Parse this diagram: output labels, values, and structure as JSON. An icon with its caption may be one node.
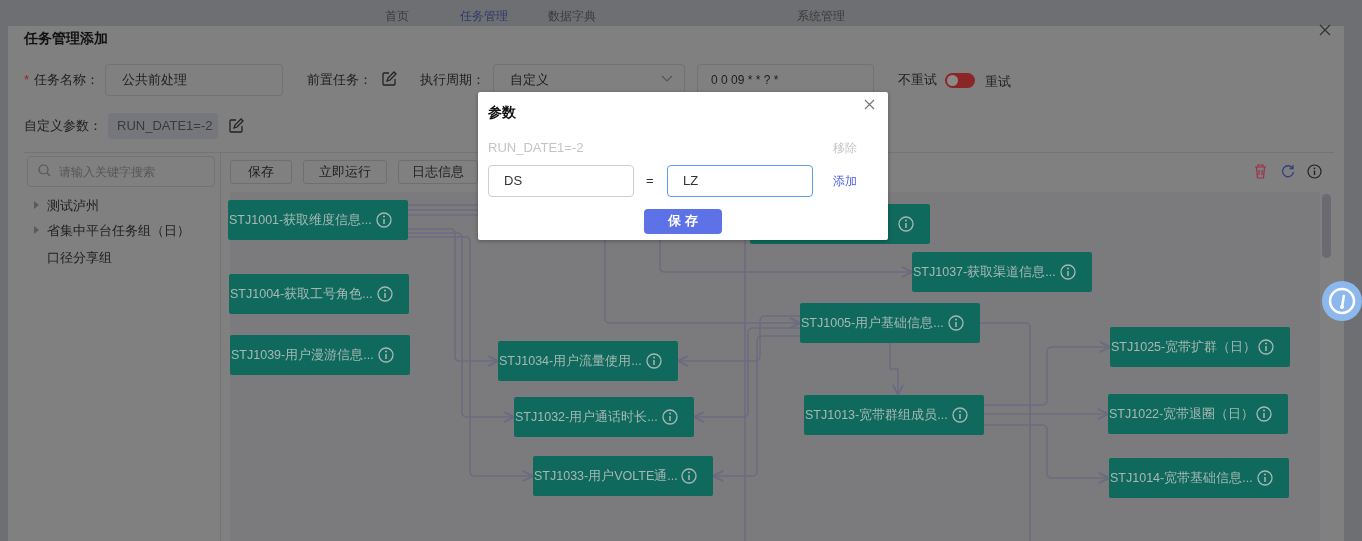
{
  "diagram": {
    "title": "任务管理添加",
    "nodes": [
      {
        "text": [
          "STJ1001-获取维度信息..."
        ]
      },
      {
        "text": [
          "STJ1004-获取工号角色..."
        ]
      },
      {
        "text": [
          "STJ1039-用户漫游信息..."
        ]
      },
      {
        "text": [],
        "shape": "box"
      },
      {
        "text": [
          "STJ1037-获取渠道信息..."
        ]
      },
      {
        "text": [
          "STJ1005-用户基础信息..."
        ]
      },
      {
        "text": [
          "STJ1034-用户流量使用..."
        ]
      },
      {
        "text": [
          "STJ1032-用户通话时长..."
        ]
      },
      {
        "text": [
          "STJ1033-用户VOLTE通..."
        ]
      },
      {
        "text": [
          "STJ1013-宽带群组成员..."
        ]
      },
      {
        "text": [
          "STJ1025-宽带扩群（日）"
        ]
      },
      {
        "text": [
          "STJ1022-宽带退圈（日）"
        ]
      },
      {
        "text": [
          "STJ1014-宽带基础信息..."
        ]
      }
    ],
    "edges": [
      {
        "from": 0,
        "to": 6,
        "arrow": "to"
      },
      {
        "from": 0,
        "to": 7,
        "arrow": "to"
      },
      {
        "from": 0,
        "to": 8,
        "arrow": "to"
      },
      {
        "from": 0,
        "to": 3,
        "arrow": "to"
      },
      {
        "from": 0,
        "to": 4,
        "arrow": "to"
      },
      {
        "from": 0,
        "to": 5,
        "arrow": "to"
      },
      {
        "from": 5,
        "to": 6,
        "arrow": "to"
      },
      {
        "from": 5,
        "to": 7,
        "arrow": "to"
      },
      {
        "from": 5,
        "to": 8,
        "arrow": "to"
      },
      {
        "from": 5,
        "to": 9,
        "arrow": "to"
      },
      {
        "from": 9,
        "to": 10,
        "arrow": "to"
      },
      {
        "from": 9,
        "to": 11,
        "arrow": "to"
      },
      {
        "from": 9,
        "to": 12,
        "arrow": "to"
      },
      {
        "from": 5,
        "to": null,
        "arrow": "none"
      },
      {
        "from": 3,
        "to": null,
        "arrow": "none"
      }
    ],
    "labels": [
      "首页",
      "任务管理",
      "数据字典",
      "系统管理",
      "*",
      "任务名称：",
      "公共前处理",
      "前置任务：",
      "执行周期：",
      "自定义",
      "0 0 09 * * ? *",
      "不重试",
      "重试",
      "自定义参数：",
      "RUN_DATE1=-2",
      "请输入关键字搜索",
      "测试泸州",
      "省集中平台任务组（日）",
      "口径分享组",
      "保存",
      "立即运行",
      "日志信息",
      "参数",
      "RUN_DATE1=-2",
      "移除",
      "DS",
      "=",
      "LZ",
      "添加",
      "保 存"
    ]
  }
}
